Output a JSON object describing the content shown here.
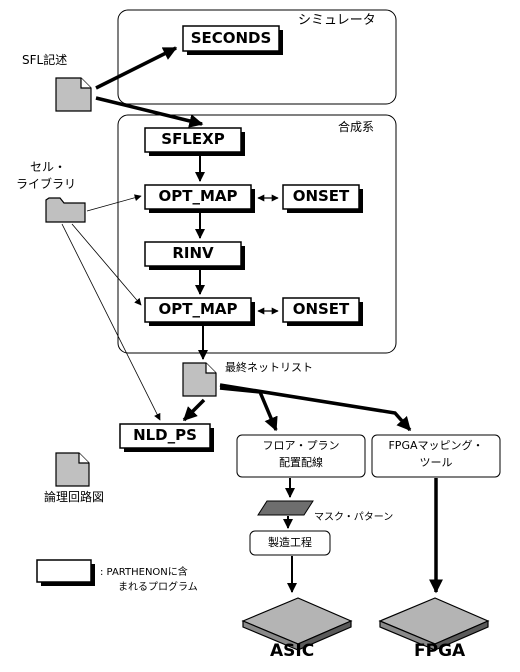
{
  "groups": {
    "simulator": "シミュレータ",
    "synthesis": "合成系"
  },
  "programs": {
    "seconds": "SECONDS",
    "sflexp": "SFLEXP",
    "opt_map_1": "OPT_MAP",
    "onset_1": "ONSET",
    "rinv": "RINV",
    "opt_map_2": "OPT_MAP",
    "onset_2": "ONSET",
    "nld_ps": "NLD_PS"
  },
  "files": {
    "sfl": "SFL記述",
    "cell_library": [
      "セル・",
      "ライブラリ"
    ],
    "final_netlist": "最終ネットリスト",
    "logic_circuit": "論理回路図",
    "mask_pattern": "マスク・パターン"
  },
  "steps": {
    "floorplan": [
      "フロア・プラン",
      "配置配線"
    ],
    "fpga_mapping": [
      "FPGAマッピング・",
      "ツール"
    ],
    "manufacturing": "製造工程"
  },
  "outputs": {
    "asic": "ASIC",
    "fpga": "FPGA"
  },
  "legend": {
    "text": [
      ": PARTHENONに含",
      "まれるプログラム"
    ]
  },
  "colors": {
    "doc_fill": "#c0c0c0",
    "mask_fill": "#6e6e6e",
    "chip_fill": "#b4b4b4"
  }
}
